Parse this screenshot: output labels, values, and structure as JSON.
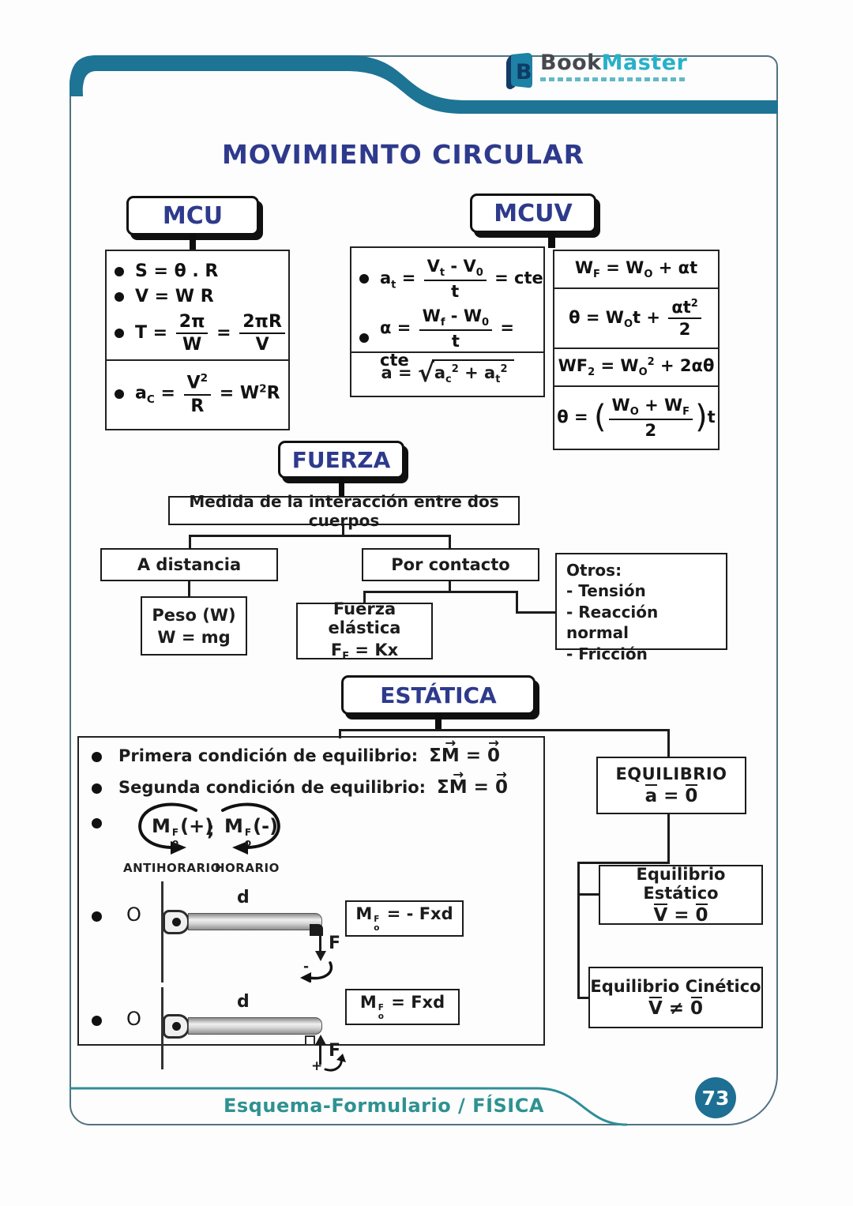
{
  "appearance": {
    "band_color": "#1d7495",
    "border_color": "#527180",
    "heading_color": "#2e3a8c",
    "ink_color": "#1b1b1b",
    "footer_teal": "#2f9191",
    "page_circle_color": "#1d6f93",
    "logo_book_color": "#45494e",
    "logo_master_color": "#29b0c9"
  },
  "logo": {
    "book": "Book",
    "master": "Master"
  },
  "title": "MOVIMIENTO CIRCULAR",
  "mcu": {
    "header": "MCU",
    "formulas": [
      "S = θ . R",
      "V = W R",
      "T = <span class='frac'><span class='fn'>2π</span><span class='fd'>W</span></span> = <span class='frac'><span class='fn'>2πR</span><span class='fd'>V</span></span>"
    ],
    "centripetal": "a<sub>C</sub> = <span class='frac'><span class='fn'>V<sup>2</sup></span><span class='fd'>R</span></span> = W<sup>2</sup>R"
  },
  "mcuv": {
    "header": "MCUV",
    "formulas": [
      "a<sub>t</sub> = <span class='frac'><span class='fn'>V<sub>t</sub> - V<sub>0</sub></span><span class='fd'>t</span></span> = cte",
      "α = <span class='frac'><span class='fn'>W<sub>f</sub> - W<sub>0</sub></span><span class='fd'>t</span></span> = cte"
    ],
    "resultant": "a = <span class='rad'>√</span><span class='radbar'>a<sub>c</sub><sup>2</sup> + a<sub>t</sub><sup>2</sup></span>"
  },
  "kinematics": {
    "rows": [
      "W<sub>F</sub> = W<sub>O</sub> + αt",
      "θ = W<sub>O</sub>t + <span class='frac'><span class='fn'>αt<sup>2</sup></span><span class='fd'>2</span></span>",
      "WF<sub>2</sub> = W<sub>O</sub><sup>2</sup> + 2αθ",
      "θ = <span class='paren'>(</span><span class='frac'><span class='fn'>W<sub>O</sub> + W<sub>F</sub></span><span class='fd'>2</span></span><span class='paren'>)</span>t"
    ]
  },
  "fuerza": {
    "header": "FUERZA",
    "definition": "Medida de la interacción entre dos cuerpos",
    "a_distancia": "A distancia",
    "peso": {
      "line1": "Peso (W)",
      "line2": "W = mg"
    },
    "por_contacto": "Por contacto",
    "elastica": {
      "line1": "Fuerza elástica",
      "line2": "F<sub>E</sub> = Kx"
    },
    "otros": {
      "title": "Otros:",
      "items": [
        "- Tensión",
        "- Reacción normal",
        "- Fricción"
      ]
    }
  },
  "estatica": {
    "header": "ESTÁTICA",
    "cond1": {
      "text": "Primera condición de equilibrio:",
      "eq": "Σ<span class='vec'>M</span> = <span class='vec'>0</span>"
    },
    "cond2": {
      "text": "Segunda condición de equilibrio:",
      "eq": "Σ<span class='vec'>M</span> = <span class='vec'>0</span>"
    },
    "moments": {
      "positive": "M<span class='stk'><span>F</span><span>o</span></span>(+)",
      "separator": ";",
      "negative": "M<span class='stk'><span>F</span><span>o</span></span>(-)",
      "ccw_label": "ANTIHORARIO",
      "cw_label": "HORARIO"
    },
    "lever1": {
      "origin": "O",
      "distance": "d",
      "force": "F",
      "sign": "-",
      "formula": "M<span class='stk'><span>F</span><span>o</span></span> = - Fxd"
    },
    "lever2": {
      "origin": "O",
      "distance": "d",
      "force": "F",
      "sign": "+",
      "formula": "M<span class='stk'><span>F</span><span>o</span></span> = Fxd"
    }
  },
  "equilibrio": {
    "title": "EQUILIBRIO",
    "eq": "<span class='obar'>a</span> = <span class='obar'>0</span>",
    "estatico": {
      "title": "Equilibrio Estático",
      "eq": "<span class='obar'>V</span> = <span class='obar'>0</span>"
    },
    "cinetico": {
      "title": "Equilibrio Cinético",
      "eq": "<span class='obar'>V</span> ≠ <span class='obar'>0</span>"
    }
  },
  "footer": {
    "label": "Esquema-Formulario / FÍSICA",
    "page_number": "73"
  }
}
